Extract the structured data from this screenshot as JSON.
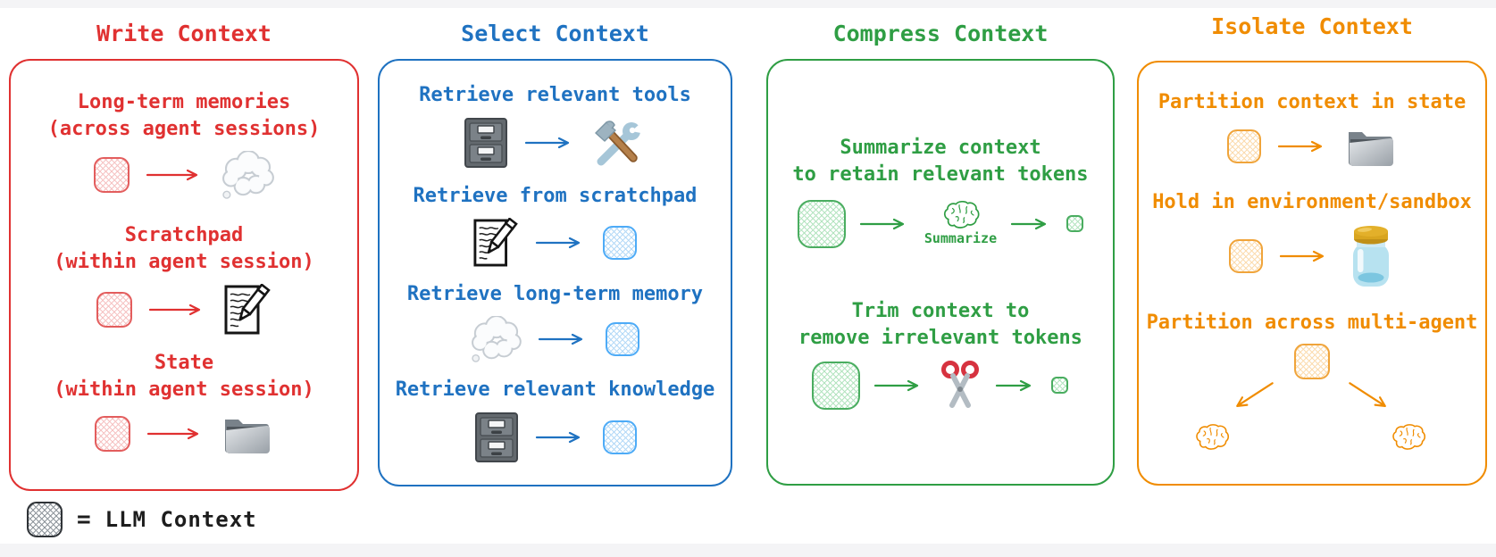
{
  "colors": {
    "write_red": "#e03131",
    "select_blue": "#1f72c1",
    "compress_green": "#2f9e44",
    "isolate_orange": "#f08c00",
    "legend_black": "#1d1d1d"
  },
  "icons": {
    "llm-context-square": "cross-hatched rounded square",
    "thought-cloud-icon": "💭",
    "memo-icon": "📝",
    "folder-icon": "📁",
    "open-folder-icon": "📂",
    "file-cabinet-icon": "🗄",
    "hammer-wrench-icon": "🛠",
    "brain-icon": "🧠",
    "scissors-icon": "✂",
    "jar-icon": "🫙",
    "arrow-right-icon": "⟶"
  },
  "panels": {
    "write": {
      "title": "Write Context",
      "items": [
        {
          "title": "Long-term memories",
          "subtitle": "(across agent sessions)"
        },
        {
          "title": "Scratchpad",
          "subtitle": "(within agent session)"
        },
        {
          "title": "State",
          "subtitle": "(within agent session)"
        }
      ]
    },
    "select": {
      "title": "Select Context",
      "items": [
        {
          "title": "Retrieve relevant tools"
        },
        {
          "title": "Retrieve from scratchpad"
        },
        {
          "title": "Retrieve long-term memory"
        },
        {
          "title": "Retrieve relevant knowledge"
        }
      ]
    },
    "compress": {
      "title": "Compress Context",
      "items": [
        {
          "title": "Summarize context",
          "subtitle": "to retain relevant tokens",
          "op_label": "Summarize"
        },
        {
          "title": "Trim context to",
          "subtitle": "remove irrelevant tokens"
        }
      ]
    },
    "isolate": {
      "title": "Isolate Context",
      "items": [
        {
          "title": "Partition context in state"
        },
        {
          "title": "Hold in environment/sandbox"
        },
        {
          "title": "Partition across multi-agent"
        }
      ]
    }
  },
  "legend": {
    "symbol": "=",
    "label": "LLM Context"
  }
}
